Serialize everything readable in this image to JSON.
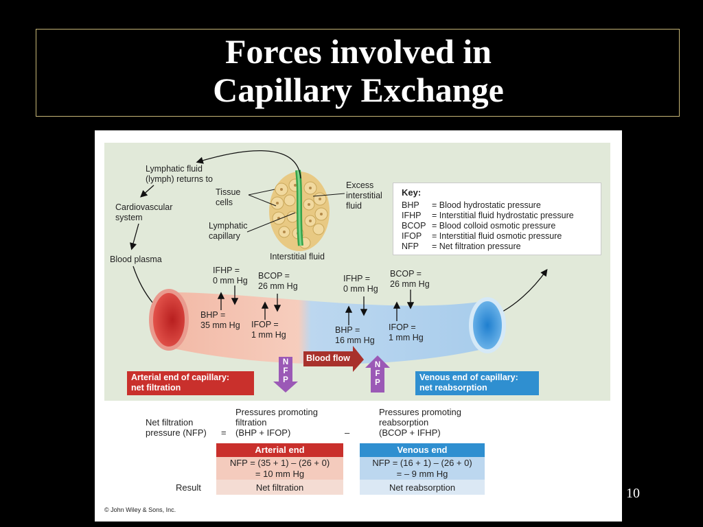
{
  "slide": {
    "title_line1": "Forces involved in",
    "title_line2": "Capillary Exchange",
    "page_number": "10"
  },
  "figure": {
    "labels": {
      "lymph_returns": [
        "Lymphatic fluid",
        "(lymph) returns to"
      ],
      "cardiovascular": [
        "Cardiovascular",
        "system"
      ],
      "blood_plasma": "Blood plasma",
      "tissue_cells": [
        "Tissue",
        "cells"
      ],
      "lymphatic_capillary": [
        "Lymphatic",
        "capillary"
      ],
      "excess_fluid": [
        "Excess",
        "interstitial",
        "fluid"
      ],
      "interstitial_fluid": "Interstitial fluid"
    },
    "key": {
      "title": "Key:",
      "rows": [
        {
          "abbr": "BHP",
          "desc": "= Blood hydrostatic pressure"
        },
        {
          "abbr": "IFHP",
          "desc": "= Interstitial fluid hydrostatic pressure"
        },
        {
          "abbr": "BCOP",
          "desc": "= Blood colloid osmotic pressure"
        },
        {
          "abbr": "IFOP",
          "desc": "= Interstitial fluid osmotic pressure"
        },
        {
          "abbr": "NFP",
          "desc": "= Net filtration pressure"
        }
      ]
    },
    "arterial_pressures": {
      "ifhp": [
        "IFHP =",
        "0 mm Hg"
      ],
      "bcop": [
        "BCOP =",
        "26 mm Hg"
      ],
      "bhp": [
        "BHP =",
        "35 mm Hg"
      ],
      "ifop": [
        "IFOP =",
        "1 mm Hg"
      ]
    },
    "venous_pressures": {
      "ifhp": [
        "IFHP =",
        "0 mm Hg"
      ],
      "bcop": [
        "BCOP =",
        "26 mm Hg"
      ],
      "bhp": [
        "BHP =",
        "16 mm Hg"
      ],
      "ifop": [
        "IFOP =",
        "1 mm Hg"
      ]
    },
    "blood_flow": "Blood flow",
    "nfp_letters": [
      "N",
      "F",
      "P"
    ],
    "arterial_end_label": [
      "Arterial end of capillary:",
      "net filtration"
    ],
    "venous_end_label": [
      "Venous end of capillary:",
      "net reabsorption"
    ],
    "equation": {
      "lhs": [
        "Net filtration",
        "pressure (NFP)"
      ],
      "equals": "=",
      "filtration_caption": [
        "Pressures promoting",
        "filtration"
      ],
      "filtration_terms": "(BHP + IFOP)",
      "minus": "–",
      "reabsorption_caption": [
        "Pressures promoting",
        "reabsorption"
      ],
      "reabsorption_terms": "(BCOP + IFHP)"
    },
    "table": {
      "arterial_head": "Arterial end",
      "venous_head": "Venous end",
      "arterial_calc": [
        "NFP = (35 + 1) – (26 + 0)",
        "= 10 mm Hg"
      ],
      "venous_calc": [
        "NFP = (16 + 1) – (26 + 0)",
        "= – 9 mm Hg"
      ],
      "result_label": "Result",
      "arterial_result": "Net filtration",
      "venous_result": "Net reabsorption"
    },
    "copyright": "© John Wiley & Sons, Inc."
  },
  "colors": {
    "arterial_red": "#c9302c",
    "venous_blue": "#2f8fd0",
    "nfp_purple": "#9b59b6",
    "arrow_flow_red": "#a8312c",
    "panel_green": "#e1e9d9"
  }
}
